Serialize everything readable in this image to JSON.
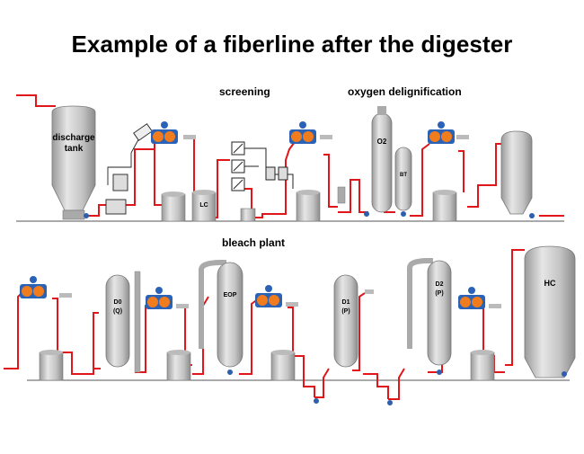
{
  "title": "Example of a fiberline after the digester",
  "sections": {
    "screening": "screening",
    "oxygen": "oxygen delignification",
    "bleach": "bleach plant"
  },
  "tanks": {
    "discharge_line1": "discharge",
    "discharge_line2": "tank",
    "lc": "LC",
    "o2": "O2",
    "bt": "BT",
    "d0_line1": "D0",
    "d0_line2": "(Q)",
    "eop": "EOP",
    "d1_line1": "D1",
    "d1_line2": "(P)",
    "d2_line1": "D2",
    "d2_line2": "(P)",
    "hc": "HC"
  },
  "colors": {
    "pipe": "#e0161b",
    "tank_fill": "#c9c9c9",
    "washer_drum": "#f07c1e",
    "washer_body": "#2a62b8",
    "pump": "#2d5fae",
    "floor": "#555555"
  }
}
